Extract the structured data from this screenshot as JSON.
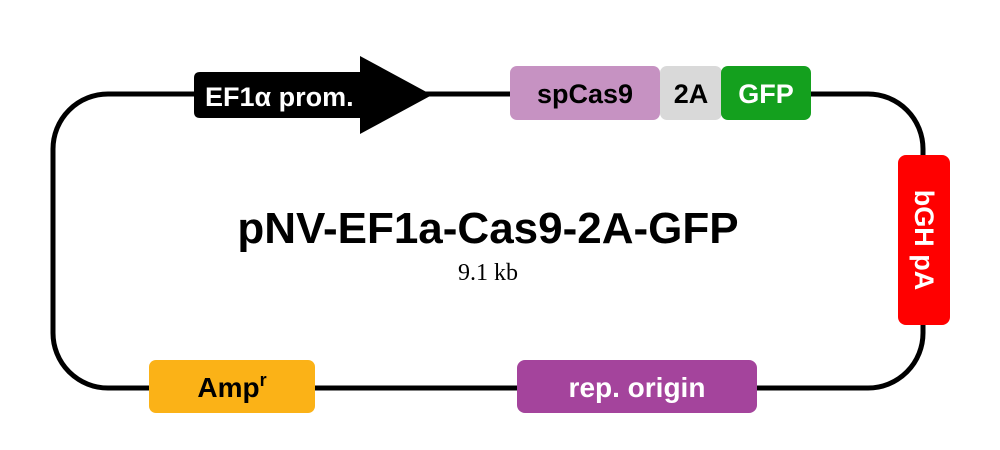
{
  "plasmid": {
    "name": "pNV-EF1a-Cas9-2A-GFP",
    "size": "9.1 kb"
  },
  "features": {
    "promoter": {
      "label": "EF1α prom.",
      "color": "#000000",
      "text_color": "#ffffff",
      "shape": "arrow-right"
    },
    "spcas9": {
      "label": "spCas9",
      "color": "#c692c2",
      "text_color": "#000000"
    },
    "t2a": {
      "label": "2A",
      "color": "#d9d9d9",
      "text_color": "#000000"
    },
    "gfp": {
      "label": "GFP",
      "color": "#14a01e",
      "text_color": "#ffffff"
    },
    "bgh_pa": {
      "label": "bGH pA",
      "color": "#ff0000",
      "text_color": "#ffffff",
      "orientation": "vertical"
    },
    "rep_origin": {
      "label": "rep. origin",
      "color": "#a4449c",
      "text_color": "#ffffff"
    },
    "ampr": {
      "label": "Amp",
      "superscript": "r",
      "color": "#fbb217",
      "text_color": "#000000"
    }
  },
  "backbone_color": "#000000"
}
